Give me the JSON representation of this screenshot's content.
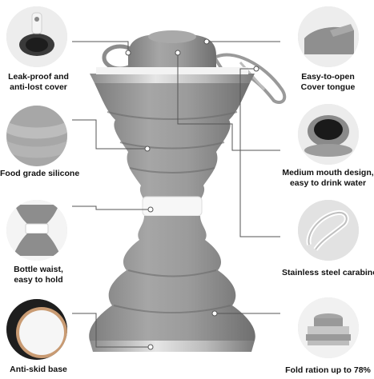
{
  "features": {
    "leak_proof": "Leak-proof and\nanti-lost cover",
    "food_grade": "Food grade silicone",
    "bottle_waist": "Bottle waist,\neasy to hold",
    "anti_skid": "Anti-skid base",
    "easy_open": "Easy-to-open\nCover tongue",
    "medium_mouth": "Medium mouth design,\neasy to drink water",
    "carabiner": "Stainless steel carabiner",
    "fold_ration": "Fold ration up to 78%"
  },
  "colors": {
    "silicone": "#9a9a9a",
    "silicone_dark": "#7e7e7e",
    "band": "#f7f7f7",
    "steel": "#c9c9c9",
    "leader": "#555555"
  }
}
